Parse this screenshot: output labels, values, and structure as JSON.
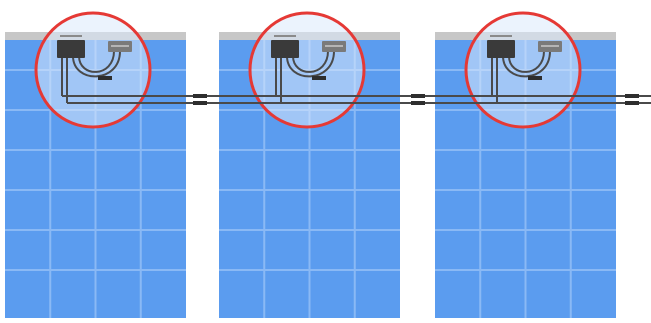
{
  "colors": {
    "background": "#ffffff",
    "panel_fill": "#5b9cef",
    "panel_grid": "#8ab9f5",
    "panel_top_rail": "#c7c7c7",
    "highlight_circle_stroke": "#e53935",
    "highlight_circle_fill": "#dbe9fb",
    "junction_box": "#3a3a3a",
    "optimizer_box": "#7a7a7a",
    "cable": "#4a4a4a",
    "connector": "#2e2e2e"
  },
  "panels": [
    {
      "name": "panel-1",
      "highlighted": true
    },
    {
      "name": "panel-2",
      "highlighted": true
    },
    {
      "name": "panel-3",
      "highlighted": true
    }
  ],
  "icons": {
    "junction_box": "junction-box-icon",
    "optimizer": "optimizer-icon",
    "connector": "mc4-connector-icon"
  }
}
